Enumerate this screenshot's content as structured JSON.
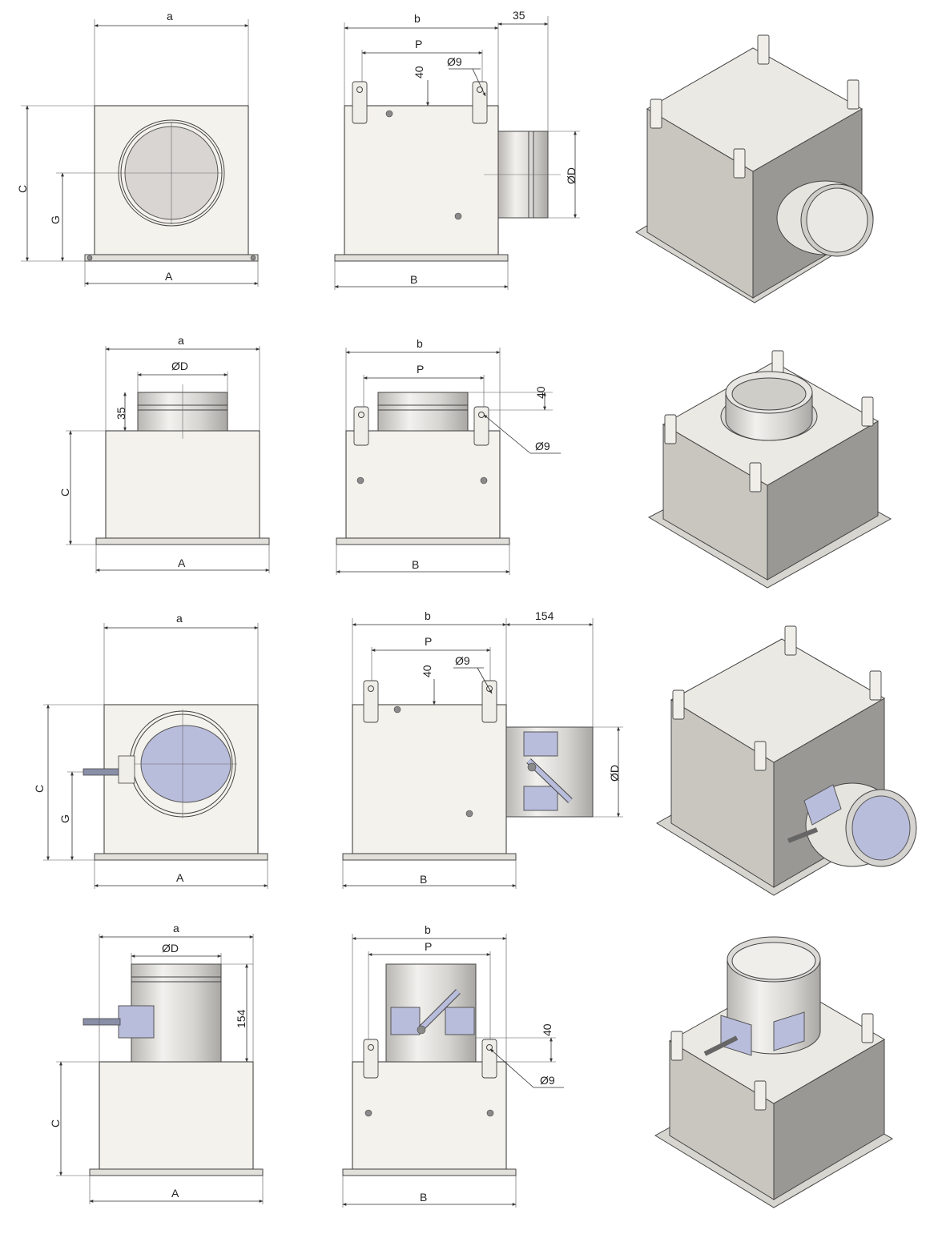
{
  "labels": {
    "a": "a",
    "b": "b",
    "A": "A",
    "B": "B",
    "C": "C",
    "G": "G",
    "P": "P",
    "D": "ØD",
    "hole": "Ø9",
    "d35": "35",
    "d40": "40",
    "d154": "154"
  },
  "colors": {
    "body": "#f4f2ec",
    "damper_blue": "#b9bddc",
    "iso_dark": "#9a9894",
    "iso_light": "#ebe9e3"
  }
}
